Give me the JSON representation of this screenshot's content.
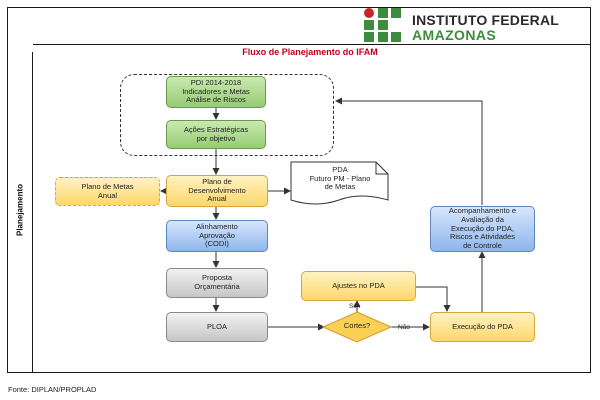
{
  "header": {
    "logo_name": "INSTITUTO FEDERAL",
    "logo_subtitle": "AMAZONAS"
  },
  "diagram": {
    "title": "Fluxo de Planejamento do IFAM",
    "lane_label": "Planejamento",
    "nodes": {
      "pdi": "PDI 2014-2018\nIndicadores e Metas\nAnálise de Riscos",
      "acoes": "Ações Estratégicas\npor objetivo",
      "plano_metas": "Plano de Metas\nAnual",
      "pda": "Plano de\nDesenvolvimento\nAnual",
      "doc": "PDA\nFuturo PM - Plano\nde Metas",
      "alinhamento": "Alinhamento\nAprovação\n(CODI)",
      "proposta": "Proposta\nOrçamentária",
      "ploa": "PLOA",
      "cortes": "Cortes?",
      "ajustes": "Ajustes no PDA",
      "execucao": "Execução do PDA",
      "acompanhamento": "Acompanhamento e\nAvaliação da\nExecução do PDA,\nRiscos e Atividades\nde Controle"
    },
    "edge_labels": {
      "sim": "Sim",
      "nao": "Não"
    }
  },
  "footer": {
    "source": "Fonte: DIPLAN/PROPLAD"
  },
  "colors": {
    "title_red": "#c0001a",
    "logo_green": "#3d8b3d",
    "logo_red": "#c8242b",
    "node_green": "#96cc73",
    "node_yellow": "#fcd76a",
    "node_blue": "#8fb6ec",
    "node_gray": "#c6c6c6"
  }
}
